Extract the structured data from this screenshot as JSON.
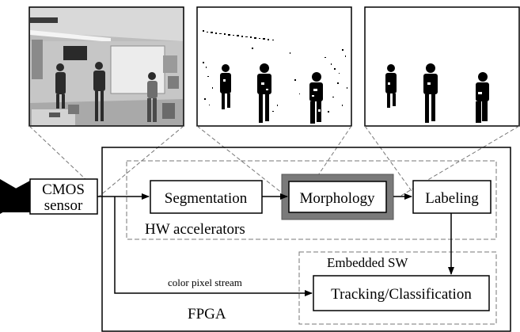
{
  "diagram": {
    "cmos": {
      "line1": "CMOS",
      "line2": "sensor"
    },
    "blocks": {
      "segmentation": "Segmentation",
      "morphology": "Morphology",
      "labeling": "Labeling",
      "tracking": "Tracking/Classification"
    },
    "groups": {
      "hw_accelerators": "HW accelerators",
      "embedded_sw": "Embedded SW",
      "fpga": "FPGA"
    },
    "stream_label": "color pixel stream"
  },
  "thumbnails": [
    {
      "name": "camera-frame-photo",
      "kind": "photo"
    },
    {
      "name": "segmentation-output-image",
      "kind": "binary-noisy"
    },
    {
      "name": "morphology-output-image",
      "kind": "binary-clean"
    }
  ],
  "colors": {
    "line": "#000000",
    "dashed": "#777777",
    "morphology_border": "#7a7a7a"
  }
}
